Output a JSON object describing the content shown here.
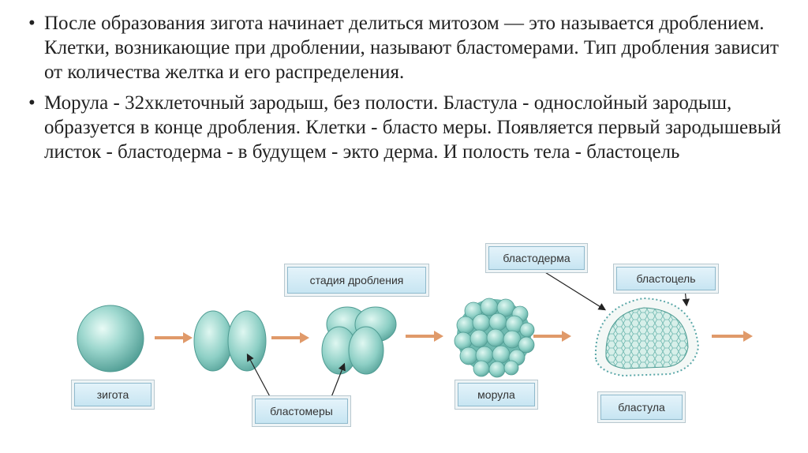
{
  "bullets": [
    "После образования зигота начинает делиться митозом — это называется дроблением. Клетки, возникающие при дроблении, называют бластомерами. Тип дробления зависит от количества желтка и его распределения.",
    "Морула - 32хклеточный зародыш, без полости. Бластула - однослойный зародыш, образуется в конце дробления. Клетки - бласто меры. Появляется первый зародышевый листок - бластодерма - в будущем - экто дерма. И полость тела - бластоцель"
  ],
  "bullet_symbol": "•",
  "diagram": {
    "labels": {
      "zygote": "зигота",
      "cleavage_stage": "стадия дробления",
      "blastomeres": "бластомеры",
      "morula": "морула",
      "blastoderm": "бластодерма",
      "blastocoel": "бластоцель",
      "blastula": "бластула"
    },
    "colors": {
      "cell_fill": "#7fc7bd",
      "cell_dark": "#4f9c93",
      "arrow": "#e09a6a",
      "blastula_dots": "#5aa7a8"
    }
  }
}
